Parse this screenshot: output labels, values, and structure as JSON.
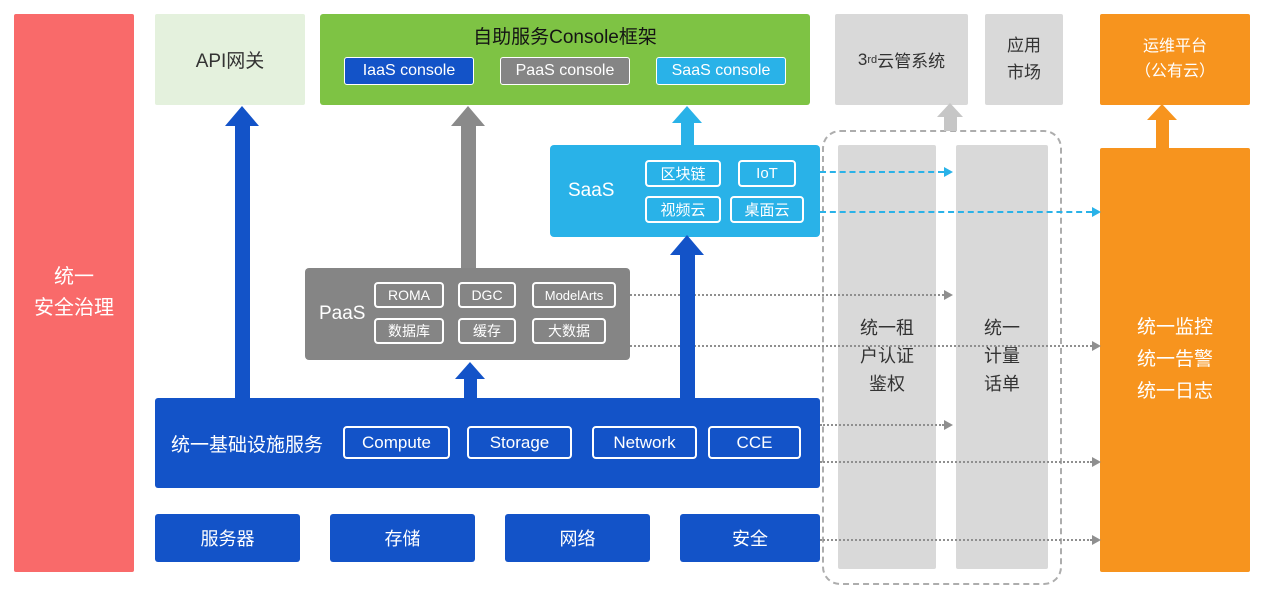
{
  "colors": {
    "red": "#F96A6A",
    "light_green": "#E4F1DD",
    "green": "#7EC344",
    "blue": "#1353C8",
    "gray": "#858585",
    "light_gray": "#D9D9D9",
    "cyan": "#29B2E8",
    "orange": "#F7941E"
  },
  "left_bar": {
    "label": "统一\n安全治理"
  },
  "top_row": {
    "api_gateway": {
      "label": "API网关"
    },
    "console_frame": {
      "title": "自助服务Console框架",
      "consoles": [
        {
          "label": "IaaS console"
        },
        {
          "label": "PaaS console"
        },
        {
          "label": "SaaS console"
        }
      ]
    },
    "third_party_cloud": {
      "base": "3",
      "sup": "rd",
      "rest": "云管系统"
    },
    "app_market": {
      "label": "应用\n市场"
    },
    "om_platform": {
      "label": "运维平台\n（公有云）"
    }
  },
  "saas": {
    "label": "SaaS",
    "items": [
      {
        "label": "区块链"
      },
      {
        "label": "IoT"
      },
      {
        "label": "视频云"
      },
      {
        "label": "桌面云"
      }
    ]
  },
  "paas": {
    "label": "PaaS",
    "items": [
      {
        "label": "ROMA"
      },
      {
        "label": "DGC"
      },
      {
        "label": "ModelArts"
      },
      {
        "label": "数据库"
      },
      {
        "label": "缓存"
      },
      {
        "label": "大数据"
      }
    ]
  },
  "infra": {
    "label": "统一基础设施服务",
    "items": [
      {
        "label": "Compute"
      },
      {
        "label": "Storage"
      },
      {
        "label": "Network"
      },
      {
        "label": "CCE"
      }
    ]
  },
  "resource_row": [
    {
      "label": "服务器"
    },
    {
      "label": "存储"
    },
    {
      "label": "网络"
    },
    {
      "label": "安全"
    }
  ],
  "right_panel": {
    "auth": {
      "label": "统一租\n户认证\n鉴权"
    },
    "metering": {
      "label": "统一\n计量\n话单"
    },
    "monitor": {
      "label": "统一监控\n统一告警\n统一日志"
    }
  }
}
